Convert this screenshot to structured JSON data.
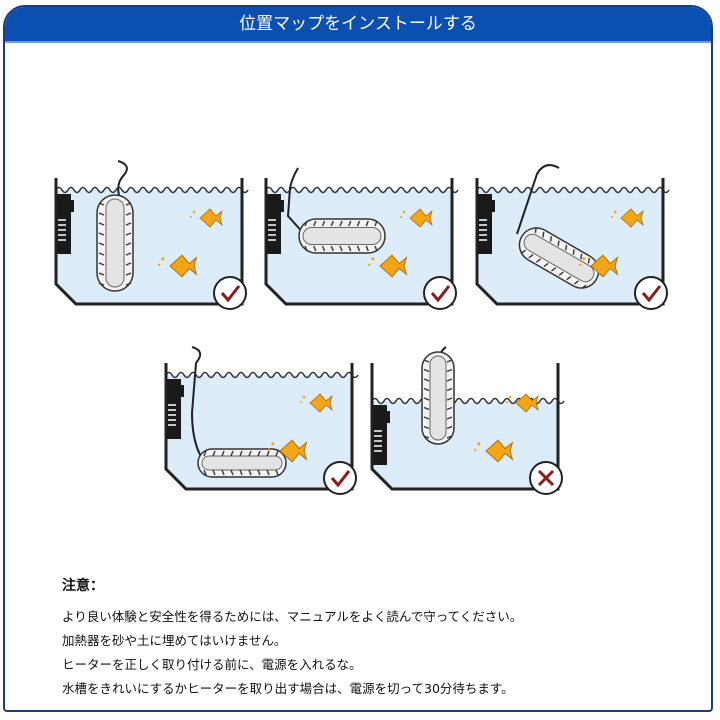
{
  "header": {
    "title": "位置マップをインストールする"
  },
  "panels": [
    {
      "heater": "vertical",
      "mark": "check-icon"
    },
    {
      "heater": "horizontal",
      "mark": "check-icon"
    },
    {
      "heater": "diagonal",
      "mark": "check-icon"
    },
    {
      "heater": "bottom",
      "mark": "check-icon"
    },
    {
      "heater": "out-of-water",
      "mark": "cross-icon"
    }
  ],
  "notes": {
    "title": "注意：",
    "lines": [
      "より良い体験と安全性を得るためには、マニュアルをよく読んで守ってください。",
      "加熱器を砂や土に埋めてはいけません。",
      "ヒーターを正しく取り付ける前に、電源を入れるな。",
      "水槽をきれいにするかヒーターを取り出す場合は、電源を切って30分待ちます。"
    ]
  },
  "colors": {
    "header": "#0b4fb0",
    "water": "#dcecf8",
    "fish": "#f2a516",
    "mark": "#8b1a1a"
  }
}
